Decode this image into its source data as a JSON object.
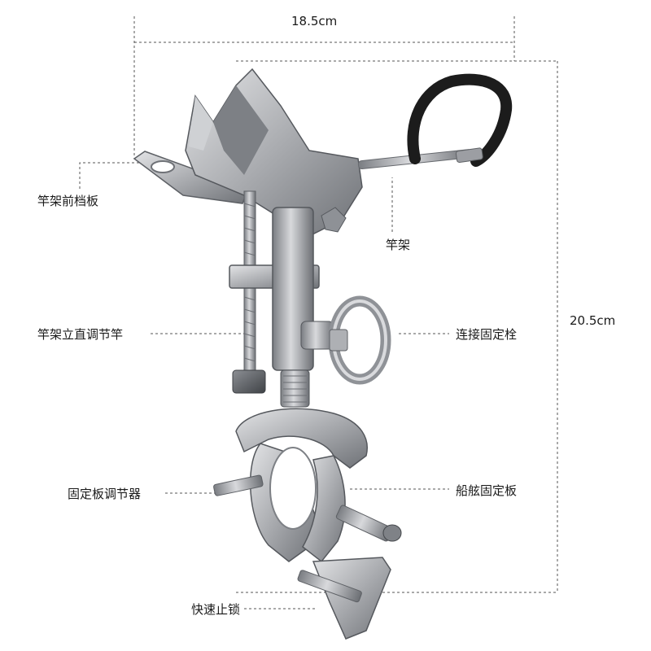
{
  "dimensions": {
    "width": "18.5cm",
    "height": "20.5cm"
  },
  "labels": {
    "front_plate": "竿架前档板",
    "rod_holder": "竿架",
    "vertical_rod": "竿架立直调节竿",
    "connect_bolt": "连接固定栓",
    "plate_adjuster": "固定板调节器",
    "gunwale_plate": "船舷固定板",
    "quick_lock": "快速止锁"
  },
  "colors": {
    "metal": "#a9abaf",
    "metal_dark": "#6f7277",
    "metal_light": "#d6d8db",
    "grip": "#1c1c1c",
    "guide": "#555555"
  }
}
